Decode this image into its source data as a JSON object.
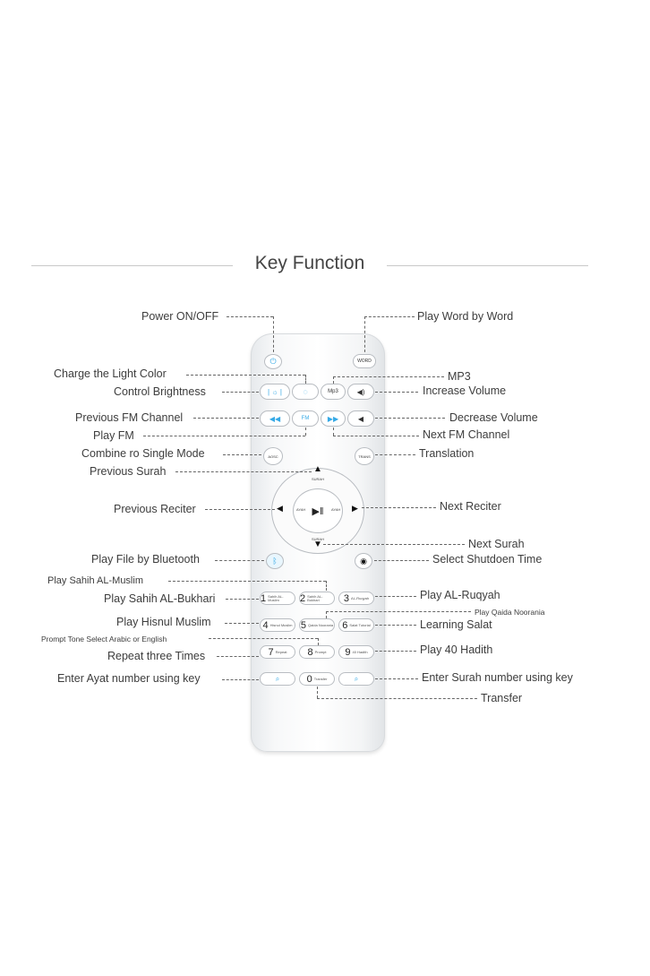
{
  "title": "Key Function",
  "keys": {
    "word": "WORD",
    "mp3": "Mp3",
    "fm": "FM",
    "aosc": "AOSC",
    "trans": "TRANS",
    "surah_top": "SURAH",
    "surah_bottom": "SURAH",
    "ayah_left": "AYAH",
    "ayah_right": "AYAH",
    "n1": "1",
    "n1_sub": "Sahih AL-Muslim",
    "n2": "2",
    "n2_sub": "Sahih AL-Bukhari",
    "n3": "3",
    "n3_sub": "AL-Ruqyah",
    "n4": "4",
    "n4_sub": "Hisnul Muslim",
    "n5": "5",
    "n5_sub": "Qaida Noorania",
    "n6": "6",
    "n6_sub": "Salat Tutorial",
    "n7": "7",
    "n7_sub": "Repeat",
    "n8": "8",
    "n8_sub": "Prompt",
    "n9": "9",
    "n9_sub": "40 Hadith",
    "n0": "0",
    "n0_sub": "Transfer"
  },
  "labels": {
    "power": "Power ON/OFF",
    "word_by_word": "Play Word by Word",
    "charge_light": "Charge the Light Color",
    "mp3": "MP3",
    "control_brightness": "Control Brightness",
    "increase_volume": "Increase Volume",
    "previous_fm": "Previous FM Channel",
    "decrease_volume": "Decrease Volume",
    "play_fm": "Play FM",
    "next_fm": "Next FM Channel",
    "combine_single": "Combine ro Single Mode",
    "translation": "Translation",
    "previous_surah": "Previous Surah",
    "previous_reciter": "Previous Reciter",
    "next_reciter": "Next Reciter",
    "next_surah": "Next Surah",
    "bluetooth": "Play File by Bluetooth",
    "shutdown": "Select Shutdoen Time",
    "sahih_muslim": "Play Sahih AL-Muslim",
    "sahih_bukhari": "Play Sahih AL-Bukhari",
    "ruqyah": "Play AL-Ruqyah",
    "qaida": "Play Qaida Noorania",
    "hisnul": "Play Hisnul Muslim",
    "salat": "Learning Salat",
    "prompt_tone": "Prompt Tone Select Arabic or English",
    "repeat": "Repeat three Times",
    "hadith": "Play 40 Hadith",
    "ayat_number": "Enter Ayat number using key",
    "surah_number": "Enter Surah number using key",
    "transfer": "Transfer"
  },
  "colors": {
    "accent": "#35a9e6",
    "line": "#666666",
    "text": "#3d3d3d"
  }
}
